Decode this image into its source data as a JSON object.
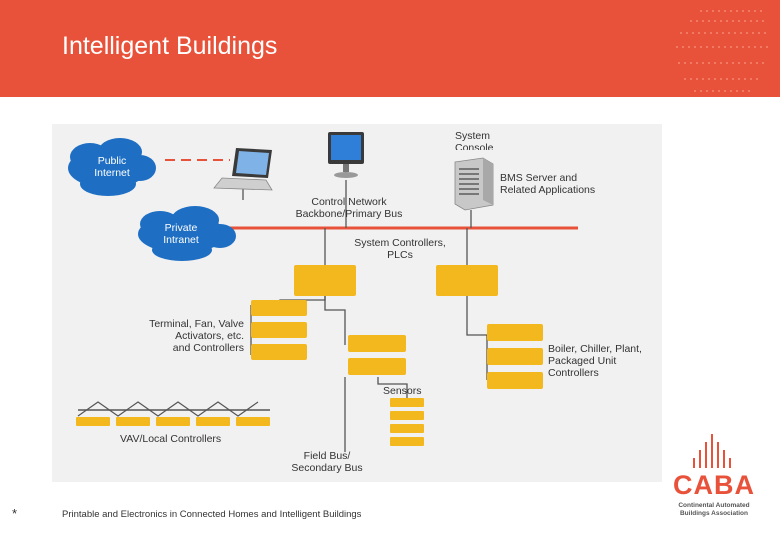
{
  "header": {
    "title": "Intelligent Buildings",
    "color": "#e9523a"
  },
  "diagram": {
    "system_console": {
      "line1": "System",
      "line2": "Console"
    },
    "public_internet": {
      "line1": "Public",
      "line2": "Internet"
    },
    "private_intranet": {
      "line1": "Private",
      "line2": "Intranet"
    },
    "bms_server": {
      "line1": "BMS Server and",
      "line2": "Related Applications"
    },
    "control_network": {
      "line1": "Control Network",
      "line2": "Backbone/Primary Bus"
    },
    "system_controllers": {
      "line1": "System Controllers,",
      "line2": "PLCs"
    },
    "terminal": {
      "line1": "Terminal, Fan, Valve",
      "line2": "Activators, etc.",
      "line3": "and Controllers"
    },
    "boiler": {
      "line1": "Boiler, Chiller, Plant,",
      "line2": "Packaged Unit",
      "line3": "Controllers"
    },
    "sensors": "Sensors",
    "vav": "VAV/Local Controllers",
    "field_bus": {
      "line1": "Field Bus/",
      "line2": "Secondary Bus"
    },
    "colors": {
      "cloud": "#1e6fc4",
      "box": "#f2b81e",
      "bus": "#e9523a",
      "line": "#555555"
    }
  },
  "footer": {
    "marker": "*",
    "text": "Printable and Electronics in Connected Homes and Intelligent Buildings"
  },
  "logo": {
    "word": "CABA",
    "line1": "Continental Automated",
    "line2": "Buildings Association"
  }
}
